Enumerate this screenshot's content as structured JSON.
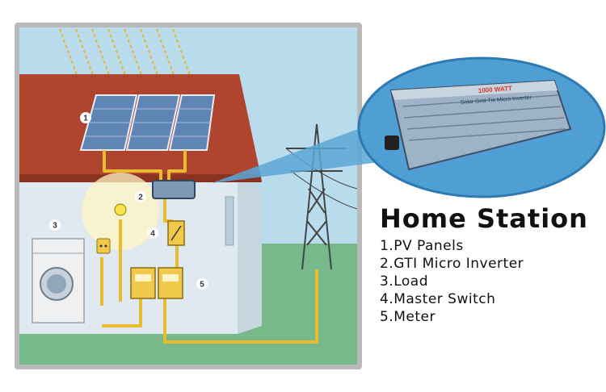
{
  "title": "Home Station",
  "components": [
    {
      "id": "1",
      "label": "1.PV Panels"
    },
    {
      "id": "2",
      "label": "2.GTI Micro Inverter"
    },
    {
      "id": "3",
      "label": "3.Load"
    },
    {
      "id": "4",
      "label": "4.Master Switch"
    },
    {
      "id": "5",
      "label": "5.Meter"
    }
  ],
  "callouts": [
    "1",
    "2",
    "3",
    "4",
    "5"
  ],
  "inverter_label": "1000 WATT",
  "inverter_sublabel": "Solar Grid-Tie Micro Inverter",
  "colors": {
    "sky": "#b9dcec",
    "roof": "#b0452f",
    "wall": "#dfe9ef",
    "ground": "#78b98c",
    "wire": "#e8bc2e",
    "panel": "#5f85b5",
    "inverter": "#7d99b5",
    "meter": "#f1c94a"
  }
}
